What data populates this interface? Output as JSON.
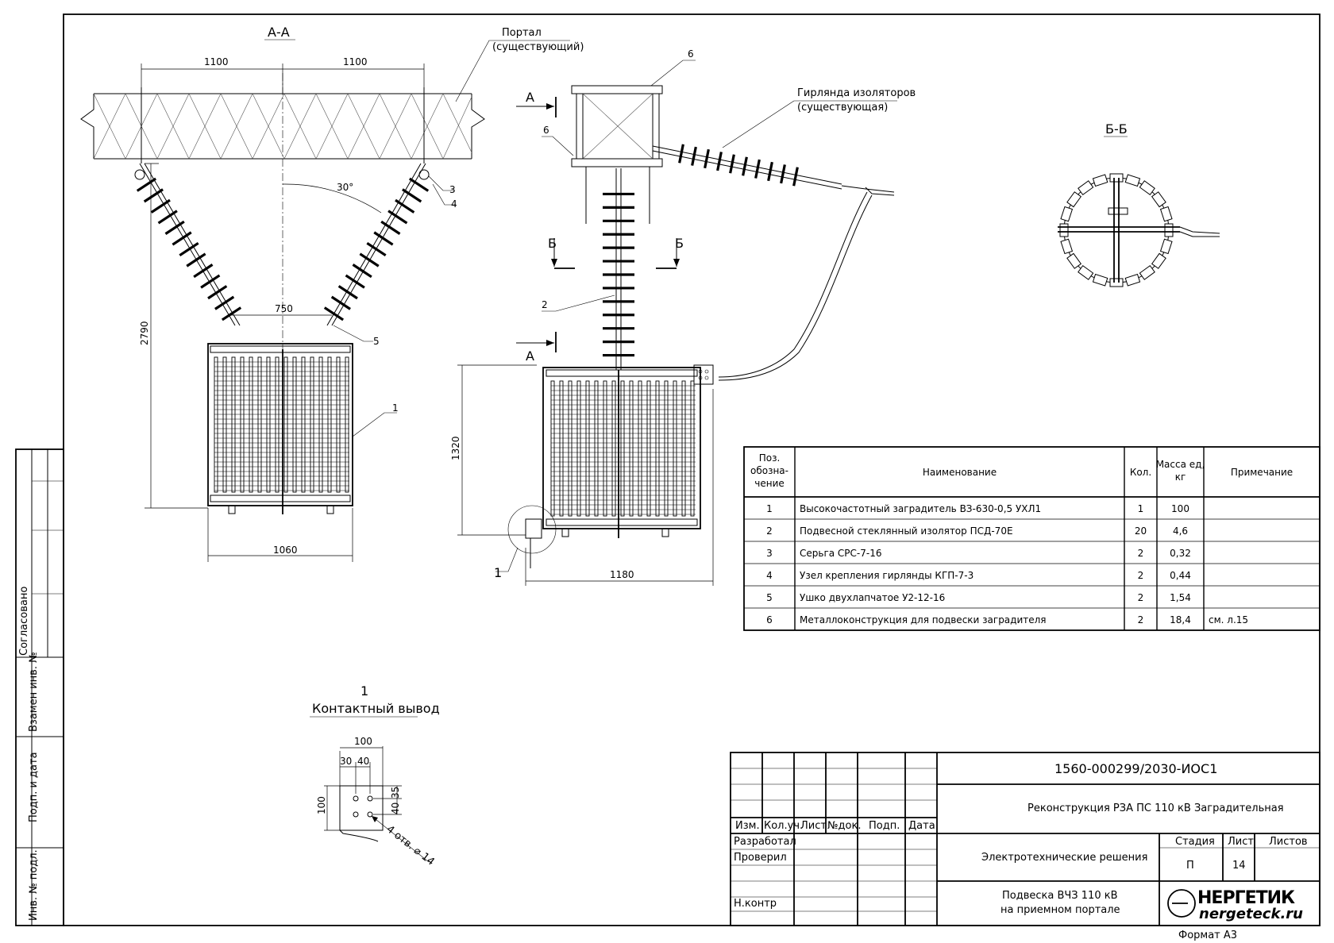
{
  "sections": {
    "aa": "А-А",
    "bb": "Б-Б",
    "a_mark": "А",
    "b_mark": "Б"
  },
  "labels": {
    "portal_line1": "Портал",
    "portal_line2": "(существующий)",
    "garland_line1": "Гирлянда изоляторов",
    "garland_line2": "(существующая)",
    "contact_num": "1",
    "contact_title": "Контактный вывод",
    "pos1": "1",
    "pos2": "2",
    "pos3": "3",
    "pos4": "4",
    "pos5": "5",
    "pos6": "6",
    "callout1": "1"
  },
  "dimensions": {
    "d1100a": "1100",
    "d1100b": "1100",
    "angle": "30°",
    "d750": "750",
    "d2790": "2790",
    "d1060": "1060",
    "d1320": "1320",
    "d1180": "1180",
    "c100w": "100",
    "c30": "30",
    "c40": "40",
    "c100h": "100",
    "c40v": "40",
    "c35": "35",
    "holes": "4 отв. ⌀ 14"
  },
  "spec_table": {
    "headers": [
      "Поз. обозна- чение",
      "Наименование",
      "Кол.",
      "Масса ед, кг",
      "Примечание"
    ],
    "header_pos_lines": [
      "Поз.",
      "обозна-",
      "чение"
    ],
    "header_mass_lines": [
      "Масса ед,",
      "кг"
    ],
    "rows": [
      {
        "pos": "1",
        "name": "Высокочастотный заградитель ВЗ-630-0,5 УХЛ1",
        "qty": "1",
        "mass": "100",
        "note": ""
      },
      {
        "pos": "2",
        "name": "Подвесной стеклянный изолятор ПСД-70Е",
        "qty": "20",
        "mass": "4,6",
        "note": ""
      },
      {
        "pos": "3",
        "name": "Серьга СРС-7-16",
        "qty": "2",
        "mass": "0,32",
        "note": ""
      },
      {
        "pos": "4",
        "name": "Узел крепления гирлянды КГП-7-3",
        "qty": "2",
        "mass": "0,44",
        "note": ""
      },
      {
        "pos": "5",
        "name": "Ушко двухлапчатое У2-12-16",
        "qty": "2",
        "mass": "1,54",
        "note": ""
      },
      {
        "pos": "6",
        "name": "Металлоконструкция для подвески заградителя",
        "qty": "2",
        "mass": "18,4",
        "note": "см. л.15"
      }
    ]
  },
  "side_stamp": {
    "agreed": "Согласовано",
    "replace": "Взамен инв. №",
    "sign_date": "Подп. и дата",
    "inv": "Инв. № подл."
  },
  "title_block": {
    "code": "1560-000299/2030-ИОС1",
    "project": "Реконструкция РЗА ПС 110 кВ Заградительная",
    "section": "Электротехнические решения",
    "sheet_title_1": "Подвеска ВЧЗ 110 кВ",
    "sheet_title_2": "на приемном портале",
    "col_izm": "Изм.",
    "col_kol": "Кол.уч.",
    "col_list": "Лист",
    "col_ndok": "№док.",
    "col_podp": "Подп.",
    "col_data": "Дата",
    "razrab": "Разработал",
    "prov": "Проверил",
    "nkontr": "Н.контр",
    "stadia_label": "Стадия",
    "list_label": "Лист",
    "listov_label": "Листов",
    "stadia": "П",
    "list": "14",
    "listov": "",
    "logo_top": "НЕРГЕТИК",
    "logo_bottom": "nergetеck.ru",
    "format": "Формат А3"
  }
}
